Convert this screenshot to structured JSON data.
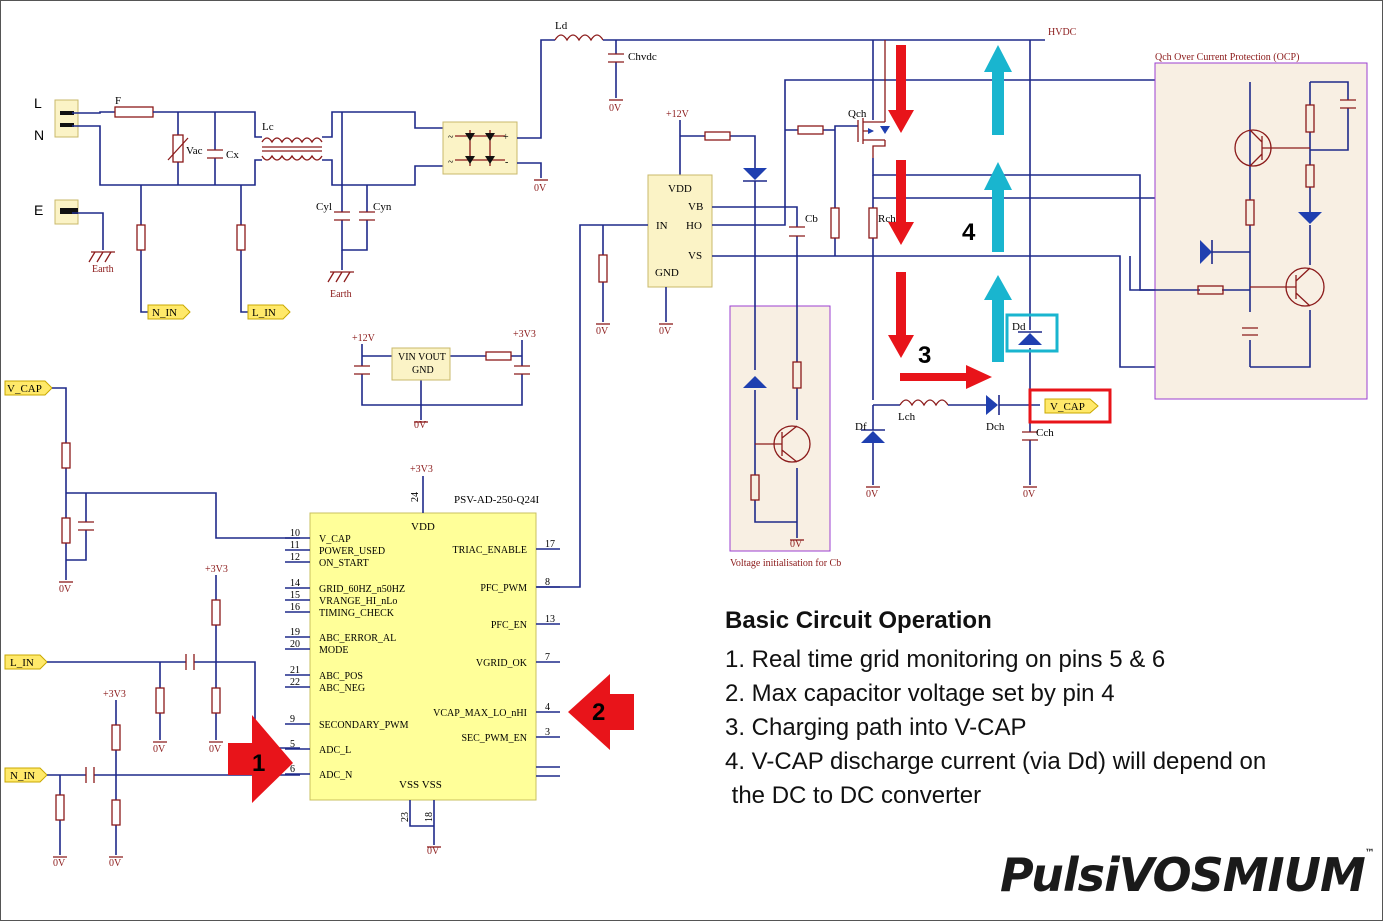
{
  "schematic": {
    "nets": {
      "hvdc": "HVDC",
      "n_in": "N_IN",
      "l_in": "L_IN",
      "v_cap": "V_CAP",
      "ground": "0V",
      "p12v": "+12V",
      "p3v3": "+3V3",
      "earth": "Earth"
    },
    "terminals": {
      "L": "L",
      "N": "N",
      "E": "E"
    },
    "components": {
      "F": "F",
      "Vac": "Vac",
      "Cx": "Cx",
      "Lc": "Lc",
      "Cyl": "Cyl",
      "Cyn": "Cyn",
      "Ld": "Ld",
      "Chvdc": "Chvdc",
      "Qch": "Qch",
      "Rch": "Rch",
      "Cb": "Cb",
      "Dd": "Dd",
      "Df": "Df",
      "Lch": "Lch",
      "Dch": "Dch",
      "Cch": "Cch"
    },
    "driver": {
      "vdd": "VDD",
      "vb": "VB",
      "in": "IN",
      "ho": "HO",
      "vs": "VS",
      "gnd": "GND"
    },
    "regulator": {
      "line1": "VIN  VOUT",
      "line2": "GND"
    },
    "ocp_label": "Qch Over Current Protection (OCP)",
    "vinit_label": "Voltage initialisation for Cb",
    "mcu": {
      "part": "PSV-AD-250-Q24I",
      "vdd": "VDD",
      "vss": "VSS  VSS",
      "pin_top": "24",
      "pins_bottom": [
        "23",
        "18"
      ],
      "left_pins": [
        {
          "num": "10",
          "name": "V_CAP"
        },
        {
          "num": "11",
          "name": "POWER_USED"
        },
        {
          "num": "12",
          "name": "ON_START"
        },
        {
          "num": "14",
          "name": "GRID_60HZ_n50HZ"
        },
        {
          "num": "15",
          "name": "VRANGE_HI_nLo"
        },
        {
          "num": "16",
          "name": "TIMING_CHECK"
        },
        {
          "num": "19",
          "name": "ABC_ERROR_AL"
        },
        {
          "num": "20",
          "name": "MODE"
        },
        {
          "num": "21",
          "name": "ABC_POS"
        },
        {
          "num": "22",
          "name": "ABC_NEG"
        },
        {
          "num": "9",
          "name": "SECONDARY_PWM"
        },
        {
          "num": "5",
          "name": "ADC_L"
        },
        {
          "num": "6",
          "name": "ADC_N"
        }
      ],
      "right_pins": [
        {
          "num": "17",
          "name": "TRIAC_ENABLE"
        },
        {
          "num": "8",
          "name": "PFC_PWM"
        },
        {
          "num": "13",
          "name": "PFC_EN"
        },
        {
          "num": "7",
          "name": "VGRID_OK"
        },
        {
          "num": "4",
          "name": "VCAP_MAX_LO_nHI"
        },
        {
          "num": "3",
          "name": "SEC_PWM_EN"
        }
      ]
    },
    "callouts": [
      "1",
      "2",
      "3",
      "4"
    ],
    "colors": {
      "wire": "#1f2a8a",
      "component": "#8b1a1a",
      "red_arrow": "#e8141a",
      "cyan_arrow": "#19b5cf",
      "module_fill": "#fbf3c6",
      "ocp_fill": "#f8efe3",
      "ocp_border": "#9b3fd1"
    }
  },
  "operation": {
    "title": "Basic Circuit Operation",
    "items": [
      "1. Real time grid monitoring on pins 5 & 6",
      "2. Max capacitor voltage set by pin 4",
      "3. Charging path into V-CAP",
      "4. V-CAP discharge current (via Dd) will depend on",
      " the DC to DC converter"
    ]
  },
  "logo": {
    "text": "PulsiVOSMIUM",
    "tm": "™"
  }
}
